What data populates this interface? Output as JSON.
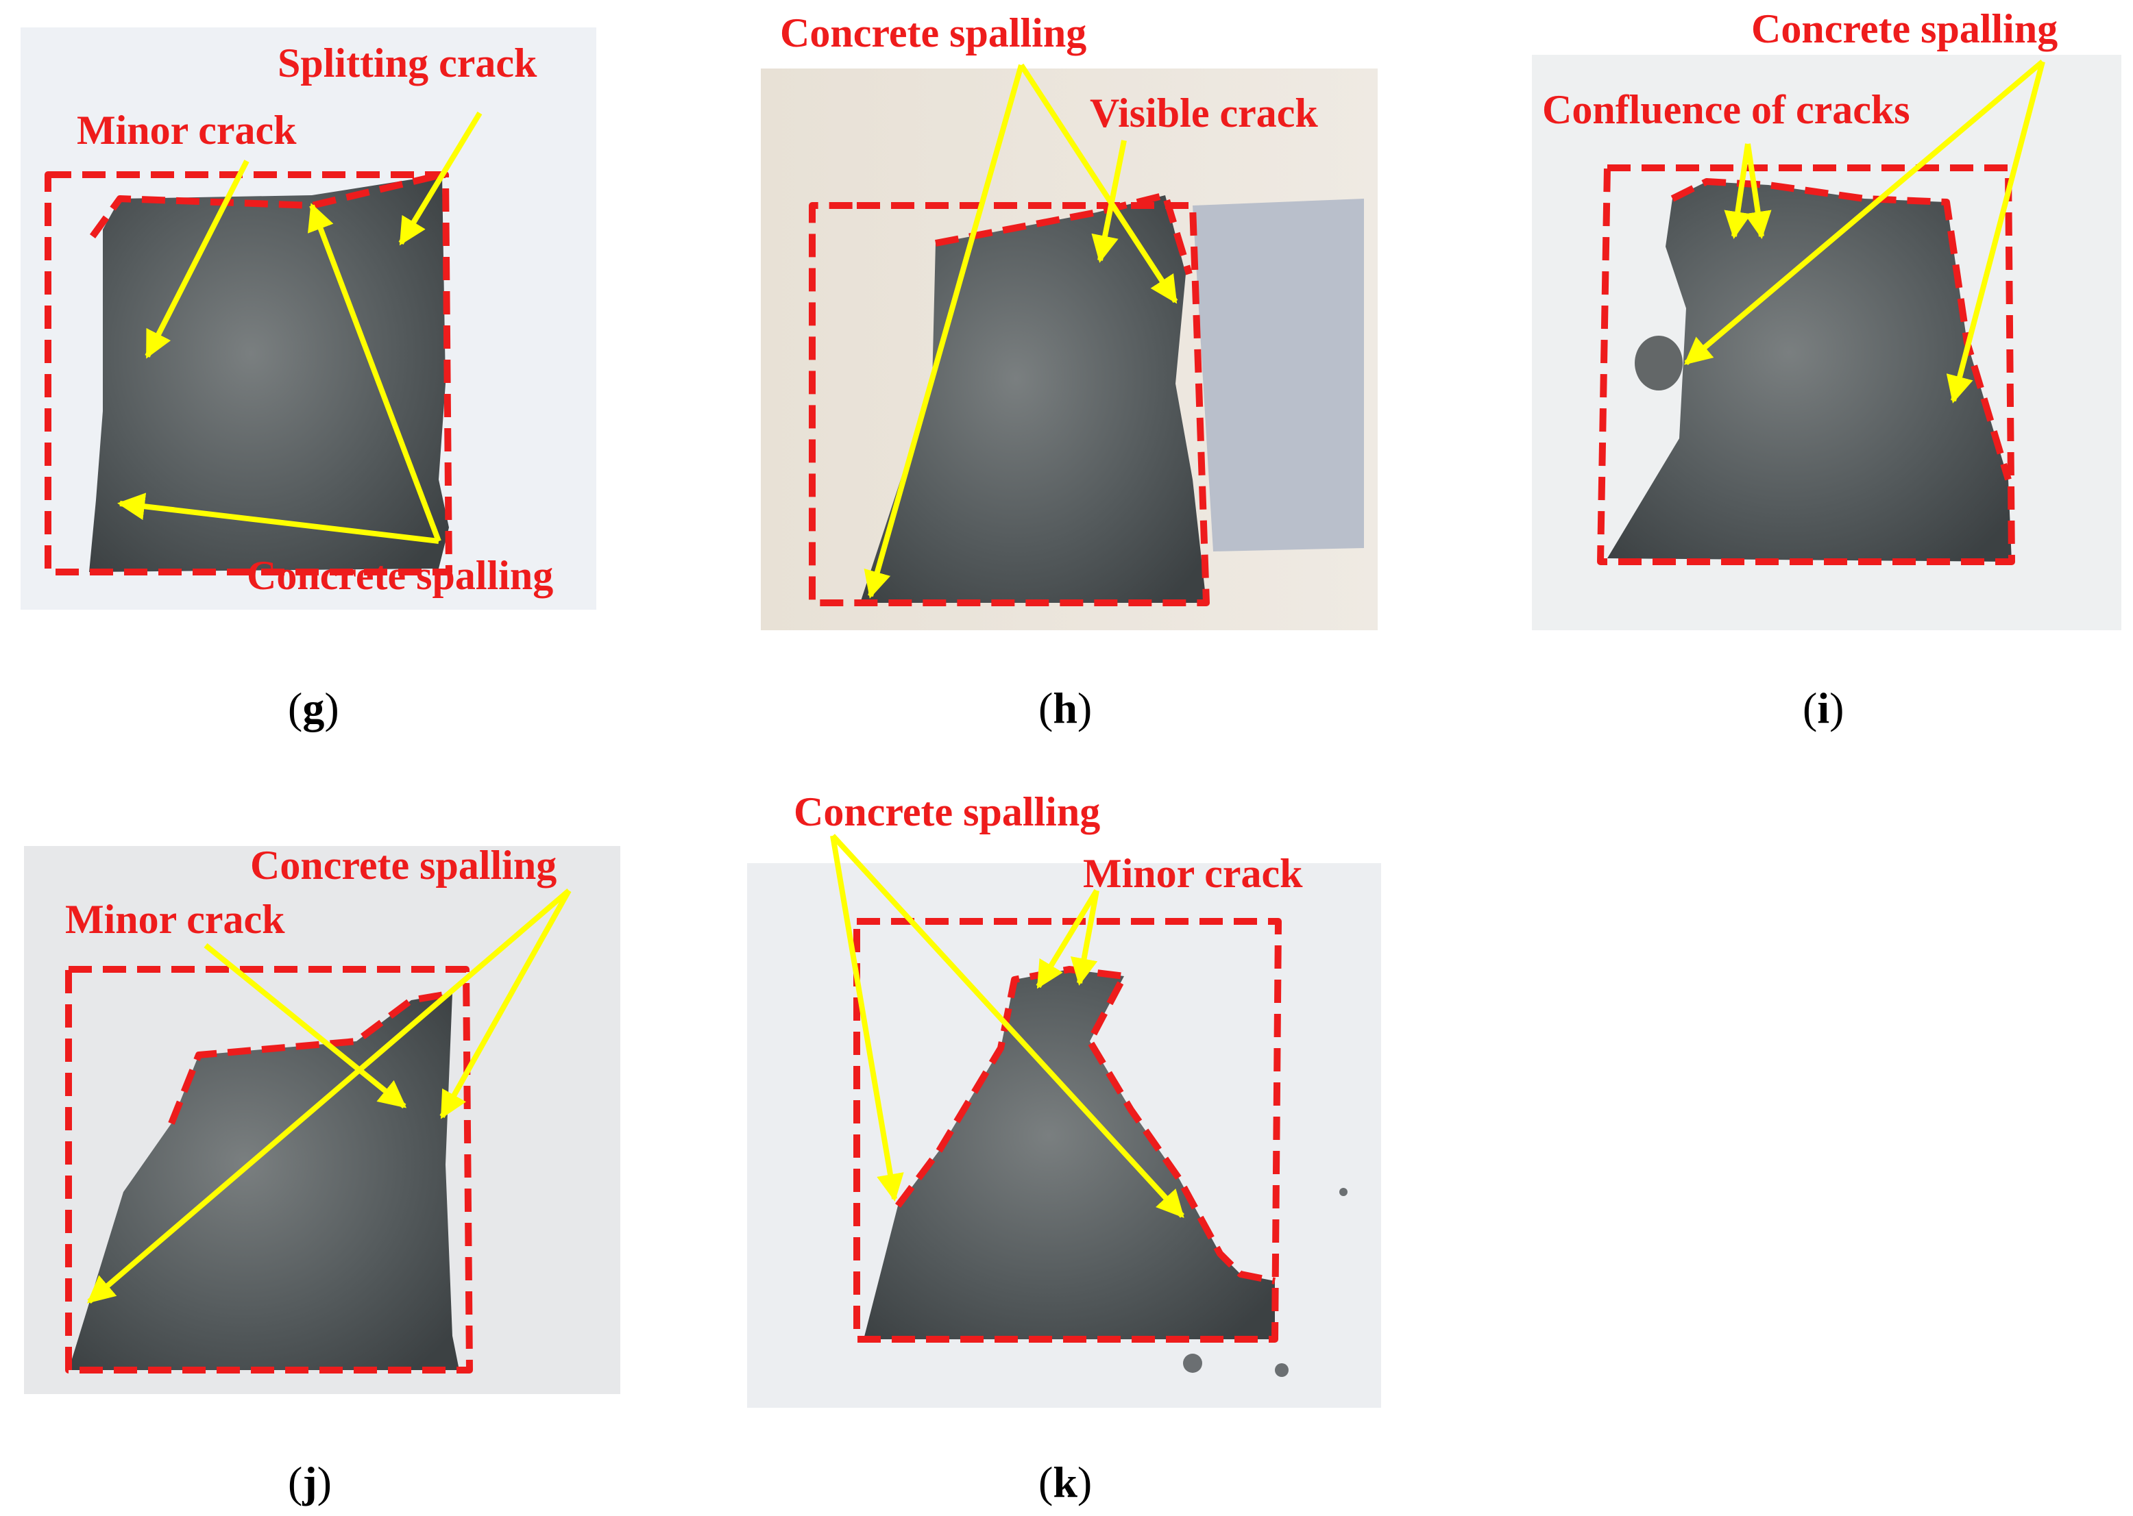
{
  "figure": {
    "panels": [
      {
        "id": "g",
        "caption": "g",
        "labels": [
          "Splitting crack",
          "Minor crack",
          "Concrete spalling"
        ]
      },
      {
        "id": "h",
        "caption": "h",
        "labels": [
          "Concrete spalling",
          "Visible crack"
        ]
      },
      {
        "id": "i",
        "caption": "i",
        "labels": [
          "Concrete spalling",
          "Confluence of cracks"
        ]
      },
      {
        "id": "j",
        "caption": "j",
        "labels": [
          "Concrete spalling",
          "Minor crack"
        ]
      },
      {
        "id": "k",
        "caption": "k",
        "labels": [
          "Concrete spalling",
          "Minor crack"
        ]
      }
    ],
    "colors": {
      "annotation_text": "#ee1c1c",
      "outline": "#ee1c1c",
      "arrow": "#ffff00",
      "specimen": "#4b5052",
      "background_light": "#eef0f3",
      "background_beige": "#e4ddd3"
    }
  }
}
